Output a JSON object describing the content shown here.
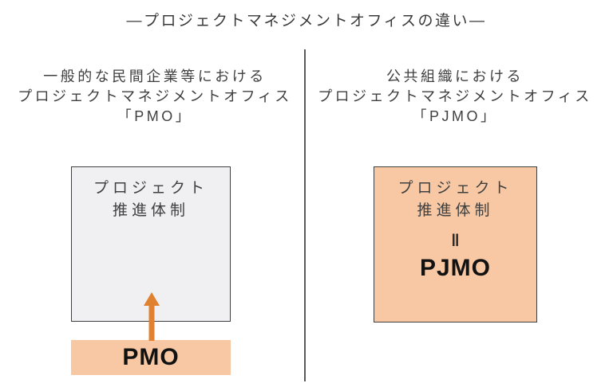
{
  "title": "―プロジェクトマネジメントオフィスの違い―",
  "left_panel": {
    "header_line1": "一般的な民間企業等における",
    "header_line2": "プロジェクトマネジメントオフィス",
    "header_line3": "「PMO」",
    "structure_box": {
      "line1": "プロジェクト",
      "line2": "推進体制"
    },
    "pmo_label": "PMO"
  },
  "right_panel": {
    "header_line1": "公共組織における",
    "header_line2": "プロジェクトマネジメントオフィス",
    "header_line3": "「PJMO」",
    "structure_box": {
      "line1": "プロジェクト",
      "line2": "推進体制",
      "equals_symbol": "‖",
      "pjmo_label": "PJMO"
    }
  },
  "icons": {
    "up_arrow": "↑"
  },
  "colors": {
    "accent_orange": "#E0812F",
    "orange_box_fill": "#F7C8A3",
    "gray_box_fill": "#F0F0F2",
    "box_border": "#3F3F3F",
    "divider": "#595959",
    "text": "#3F3F3F",
    "label_text": "#121212"
  }
}
